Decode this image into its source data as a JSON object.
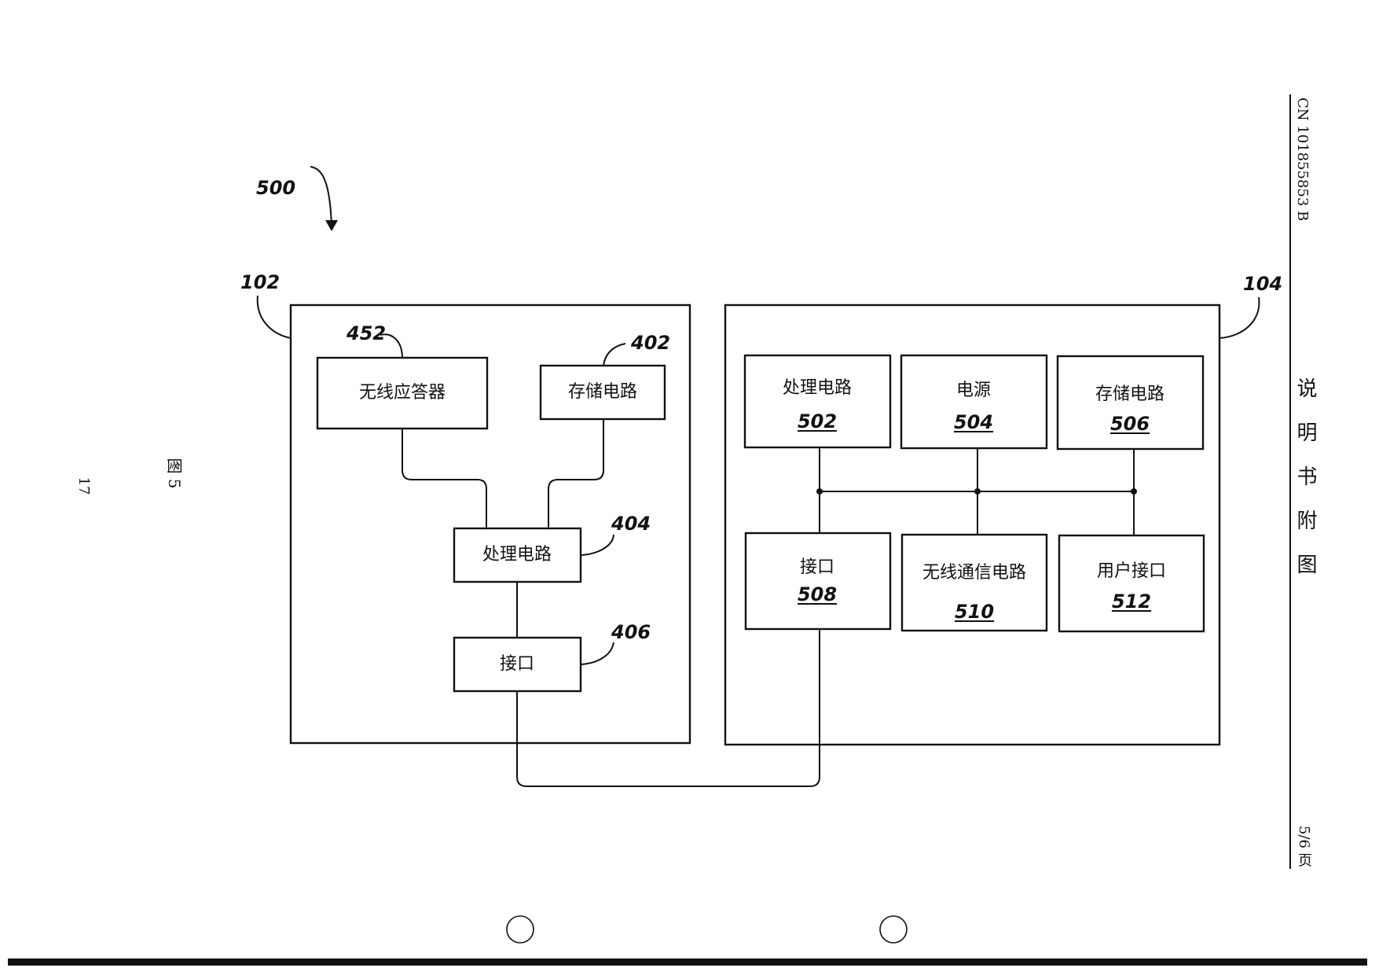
{
  "figure_ref": "500",
  "figure_caption": "图 5",
  "page_number": "17",
  "sidebar": {
    "patent_number": "CN 101855853 B",
    "section_title": "说明书附图",
    "page_of_total": "5/6 页"
  },
  "device_102": {
    "ref": "102",
    "blocks": [
      {
        "ref": "452",
        "label": "无线应答器"
      },
      {
        "ref": "402",
        "label": "存储电路"
      },
      {
        "ref": "404",
        "label": "处理电路"
      },
      {
        "ref": "406",
        "label": "接口"
      }
    ]
  },
  "device_104": {
    "ref": "104",
    "blocks": [
      {
        "ref": "502",
        "label": "处理电路"
      },
      {
        "ref": "504",
        "label": "电源"
      },
      {
        "ref": "506",
        "label": "存储电路"
      },
      {
        "ref": "508",
        "label": "接口"
      },
      {
        "ref": "510",
        "label": "无线通信电路"
      },
      {
        "ref": "512",
        "label": "用户接口"
      }
    ]
  },
  "colors": {
    "ink": "#111111",
    "paper": "#ffffff"
  }
}
